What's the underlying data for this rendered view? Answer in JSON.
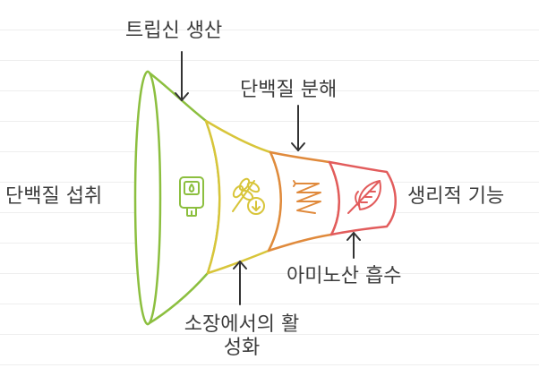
{
  "labels": {
    "left": "단백질 섭취",
    "top1": "트립신 생산",
    "top2": "단백질 분해",
    "bottom1_line1": "소장에서의 활",
    "bottom1_line2": "성화",
    "bottom2": "아미노산 흡수",
    "right": "생리적 기능"
  },
  "stages": [
    {
      "color": "#8cbf3f",
      "icon": "glucose-meter-icon"
    },
    {
      "color": "#d8c53a",
      "icon": "wheat-coin-icon"
    },
    {
      "color": "#e08a3c",
      "icon": "spiral-intestine-icon"
    },
    {
      "color": "#e25c5c",
      "icon": "leaf-wheat-icon"
    }
  ]
}
